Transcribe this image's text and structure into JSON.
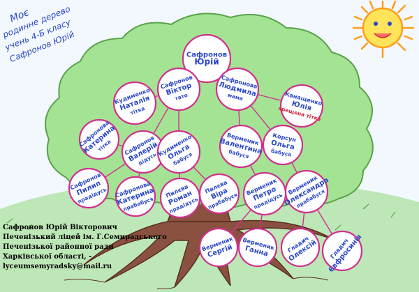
{
  "title": {
    "lines": [
      "Моє",
      "родинне дерево",
      "учень 4-Б класу",
      "Сафронов Юрій"
    ]
  },
  "colors": {
    "sky": "#eef6ff",
    "grass": "#7fd16a",
    "crown": "#9fdf8e",
    "crown_outline": "#5aa24a",
    "trunk": "#7a4a3a",
    "node_fill": "#ffffff",
    "node_outline": "#d1308e",
    "text_blue": "#2a47c9",
    "text_red": "#d51f3a",
    "sun": "#ffb21f"
  },
  "nodes": {
    "yurii": {
      "surname": "Сафронов",
      "name": "Юрій",
      "role": ""
    },
    "viktor": {
      "surname": "Сафронов",
      "name": "Віктор",
      "role": "тато"
    },
    "liudmyla": {
      "surname": "Сафронова",
      "name": "Людмила",
      "role": "мама"
    },
    "nataliia": {
      "surname": "Кудименко",
      "name": "Наталія",
      "role": "тітка"
    },
    "yuliia": {
      "surname": "Канащенко",
      "name": "Юлія",
      "role": "хрещена тітка"
    },
    "kateryna_aunt": {
      "surname": "Сафронова",
      "name": "Катерина",
      "role": "тітка"
    },
    "valerii": {
      "surname": "Сафронов",
      "name": "Валерій",
      "role": "дідусь"
    },
    "olha_k": {
      "surname": "Кудименко",
      "name": "Ольга",
      "role": "бабуся"
    },
    "valentyna": {
      "surname": "Верменик",
      "name": "Валентина",
      "role": "бабуся"
    },
    "olha_kor": {
      "surname": "Корсун",
      "name": "Ольга",
      "role": "бабуся"
    },
    "pylyp": {
      "surname": "Сафронов",
      "name": "Пилип",
      "role": "прадідусь"
    },
    "kateryna_gg": {
      "surname": "Сафронова",
      "name": "Катерина",
      "role": "прабабуся"
    },
    "roman": {
      "surname": "Пилєва",
      "name": "Роман",
      "role": "прадідусь"
    },
    "vira": {
      "surname": "Пилєва",
      "name": "Віра",
      "role": "прабабуся"
    },
    "petro": {
      "surname": "Верменик",
      "name": "Петро",
      "role": "прадідусь"
    },
    "oleksandra": {
      "surname": "Верменик",
      "name": "Олександра",
      "role": "прабабуся"
    },
    "serhii": {
      "surname": "Верменик",
      "name": "Сергій",
      "role": ""
    },
    "hanna": {
      "surname": "Верменик",
      "name": "Ганна",
      "role": ""
    },
    "oleksii": {
      "surname": "Гладич",
      "name": "Олексій",
      "role": ""
    },
    "yevfrosyniia": {
      "surname": "Гладич",
      "name": "Євфросинія",
      "role": ""
    }
  },
  "caption": {
    "author": "Сафронов Юрій Вікторович",
    "school": "Печенізький ліцей ім. Г.Семирадського",
    "council": "Печенізької районної ради",
    "region": "Харківської області, -",
    "email": "lyceumsemyradsky@mail.ru"
  }
}
